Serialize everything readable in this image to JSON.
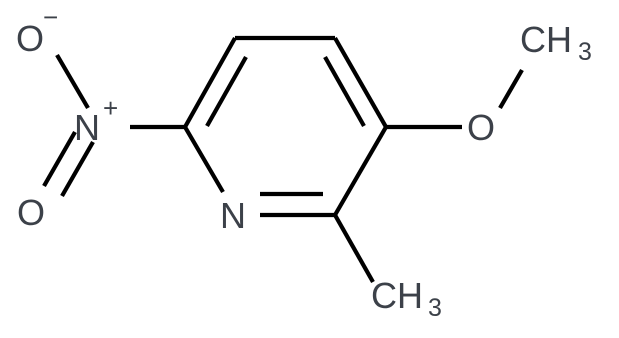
{
  "molecule": {
    "atoms": {
      "nitrogen_ring": "N",
      "nitro_n": "N",
      "nitro_n_charge": "+",
      "oxygen_top": "O",
      "oxygen_top_charge": "−",
      "oxygen_bottom": "O",
      "methoxy_o": "O",
      "methoxy_c": "CH",
      "methoxy_c_sub": "3",
      "methyl_c": "CH",
      "methyl_c_sub": "3"
    }
  },
  "colors": {
    "bond": "#000000",
    "atom_text": "#3c4149",
    "background": "#ffffff"
  }
}
